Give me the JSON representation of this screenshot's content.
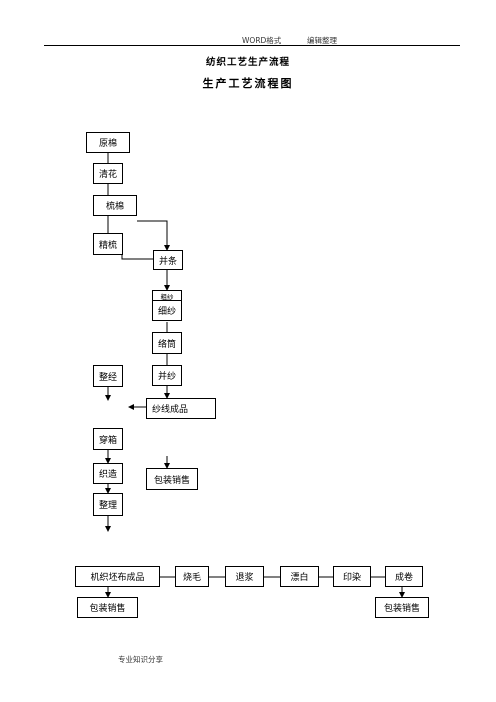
{
  "header": {
    "left": "WORD格式",
    "right": "编辑整理"
  },
  "titles": {
    "main": "纺织工艺生产流程",
    "sub": "生产工艺流程图"
  },
  "steps": {
    "yuanmian": "原棉",
    "qinghua": "清花",
    "shumian": "梳棉",
    "jingshu": "精梳",
    "bingtiao": "并条",
    "cusha": "粗纱",
    "xisha": "细纱",
    "luotong": "络筒",
    "zhengjing": "整经",
    "bingsha": "并纱",
    "shaxian": "纱线成品",
    "chuanzong": "穿箱",
    "zhizao": "织造",
    "baozhuang1": "包装销售",
    "zhengli": "整理",
    "jizhi": "机织坯布成品",
    "shaomao": "烧毛",
    "tuijiang": "退浆",
    "piaobai": "漂白",
    "yinran": "印染",
    "chengjuan": "成卷",
    "baozhuang2": "包装销售",
    "baozhuang3": "包装销售"
  },
  "footer": "专业知识分享"
}
